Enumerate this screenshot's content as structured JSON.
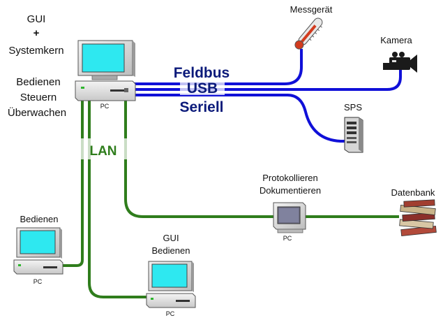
{
  "main_pc": {
    "caption": "PC",
    "top_label_1": "GUI",
    "top_label_2": "+",
    "top_label_3": "Systemkern",
    "role_1": "Bedienen",
    "role_2": "Steuern",
    "role_3": "Überwachen"
  },
  "buses": {
    "feldbus": "Feldbus",
    "usb": "USB",
    "seriell": "Seriell",
    "lan": "LAN"
  },
  "devices": {
    "messgeraet": "Messgerät",
    "kamera": "Kamera",
    "sps": "SPS",
    "datenbank": "Datenbank"
  },
  "protokoll_pc": {
    "label_1": "Protokollieren",
    "label_2": "Dokumentieren",
    "caption": "PC"
  },
  "client_left": {
    "label": "Bedienen",
    "caption": "PC"
  },
  "client_mid": {
    "label_1": "GUI",
    "label_2": "Bedienen",
    "caption": "PC"
  },
  "colors": {
    "bus_blue": "#1010d8",
    "lan_green": "#2f7d1c",
    "screen_cyan": "#2ee8f0"
  }
}
